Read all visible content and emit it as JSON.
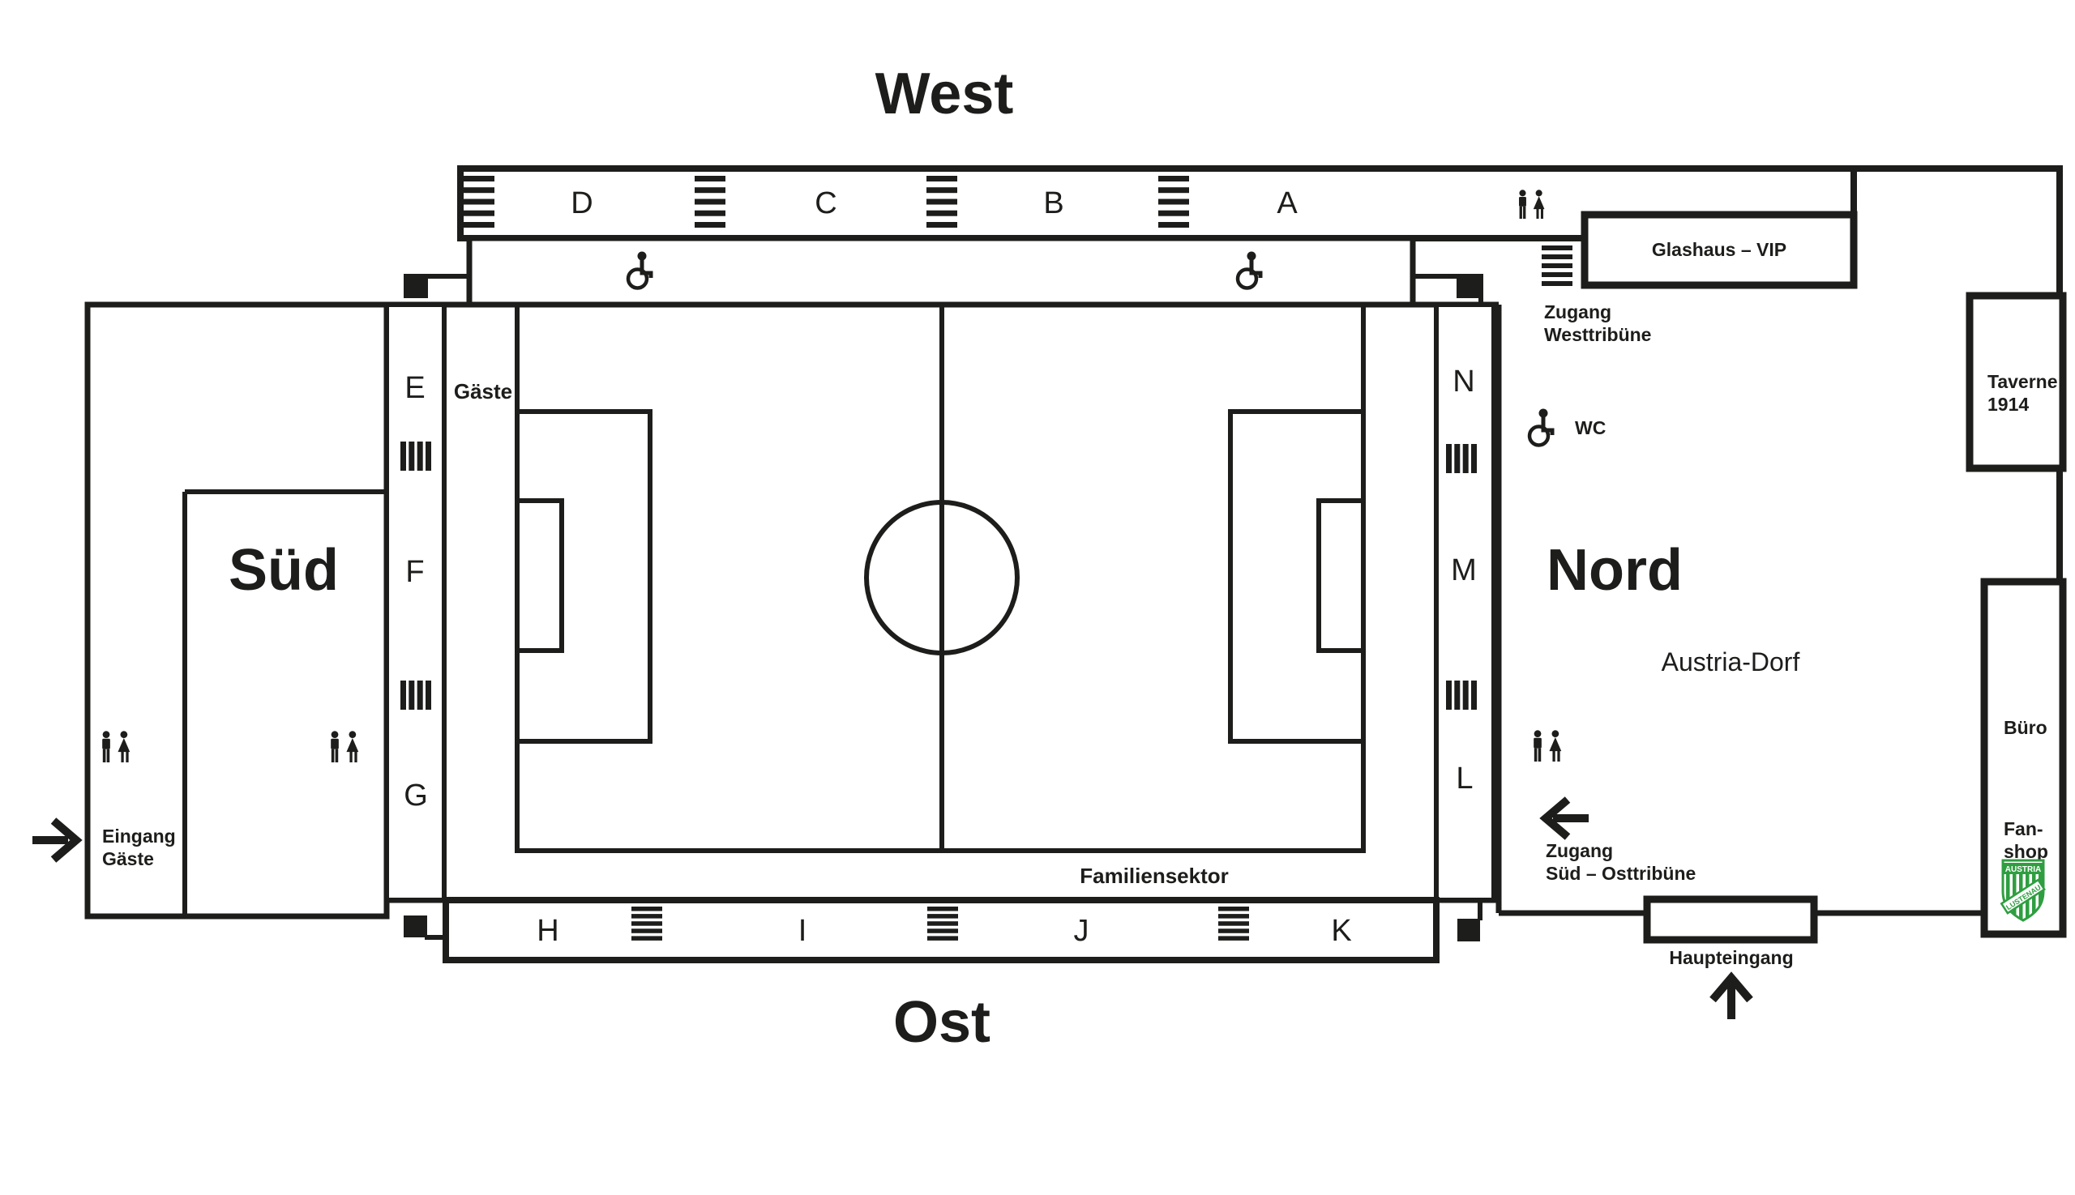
{
  "stadium": {
    "stand_labels": {
      "west": "West",
      "ost": "Ost",
      "sued": "Süd",
      "nord": "Nord"
    },
    "west_sections": [
      "D",
      "C",
      "B",
      "A"
    ],
    "ost_sections": [
      "H",
      "I",
      "J",
      "K"
    ],
    "sued_sections": [
      "E",
      "F",
      "G"
    ],
    "nord_sections": [
      "N",
      "M",
      "L"
    ],
    "areas": {
      "gaeste": "Gäste",
      "familiensektor": "Familiensektor",
      "glashaus_vip": "Glashaus – VIP",
      "taverne_line1": "Taverne",
      "taverne_line2": "1914",
      "austria_dorf": "Austria-Dorf",
      "buero": "Büro",
      "fanshop_line1": "Fan-",
      "fanshop_line2": "shop",
      "haupteingang": "Haupteingang",
      "wc": "WC"
    },
    "access": {
      "zugang_west_line1": "Zugang",
      "zugang_west_line2": "Westtribüne",
      "zugang_sued_ost_line1": "Zugang",
      "zugang_sued_ost_line2": "Süd – Osttribüne",
      "eingang_gaeste_line1": "Eingang",
      "eingang_gaeste_line2": "Gäste"
    },
    "crest": {
      "club_top": "AUSTRIA",
      "club_banner": "LUSTENAU"
    },
    "icons": {
      "wc_pair": "man-woman-toilets",
      "wheelchair": "wheelchair-accessible-place",
      "stairs": "stairs-entrance",
      "arrows": "direction-arrow"
    },
    "colors": {
      "ink": "#1d1d1b",
      "crest_green": "#2f9e41",
      "background": "#ffffff"
    }
  }
}
